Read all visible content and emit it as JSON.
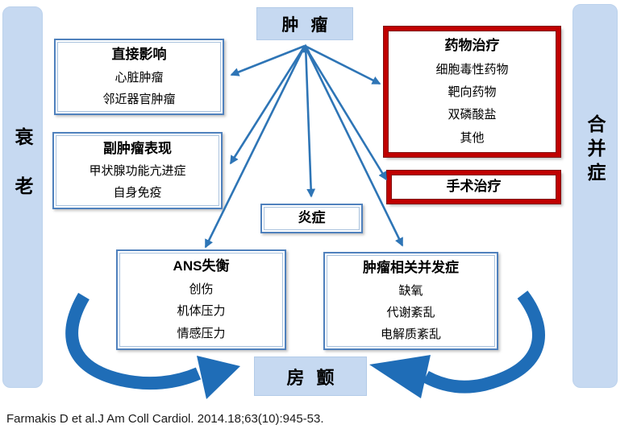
{
  "diagram": {
    "top_node": {
      "label": "肿瘤"
    },
    "bottom_node": {
      "label": "房颤"
    },
    "left_bar": {
      "label": "衰老"
    },
    "right_bar": {
      "label": "合并症"
    },
    "nodes": {
      "direct_effects": {
        "title": "直接影响",
        "items": [
          "心脏肿瘤",
          "邻近器官肿瘤"
        ]
      },
      "paraneoplastic": {
        "title": "副肿瘤表现",
        "items": [
          "甲状腺功能亢进症",
          "自身免疫"
        ]
      },
      "drug_therapy": {
        "title": "药物治疗",
        "items": [
          "细胞毒性药物",
          "靶向药物",
          "双磷酸盐",
          "其他"
        ]
      },
      "surgery": {
        "title": "手术治疗"
      },
      "inflammation": {
        "title": "炎症"
      },
      "ans_imbalance": {
        "title": "ANS失衡",
        "items": [
          "创伤",
          "机体压力",
          "情感压力"
        ]
      },
      "tumor_complications": {
        "title": "肿瘤相关并发症",
        "items": [
          "缺氧",
          "代谢紊乱",
          "电解质紊乱"
        ]
      }
    },
    "citation": "Farmakis D et al.J Am Coll Cardiol. 2014.18;63(10):945-53.",
    "colors": {
      "arrow_blue": "#2e75b6",
      "curved_arrow_blue": "#1f6db7",
      "box_border_blue": "#4f81bd",
      "light_blue_fill": "#c6d9f1",
      "highlight_red": "#c00000"
    }
  }
}
